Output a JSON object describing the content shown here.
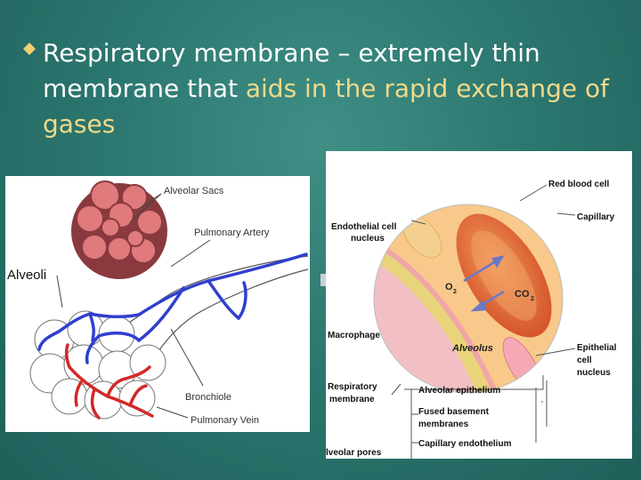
{
  "slide": {
    "bullet_term": "Respiratory membrane",
    "bullet_dash": " – extremely thin membrane that ",
    "bullet_highlight": "aids in the rapid exchange of gases"
  },
  "left_diagram": {
    "labels": {
      "alveolar_sacs": "Alveolar Sacs",
      "pulmonary_artery": "Pulmonary Artery",
      "alveoli": "Alveoli",
      "bronchiole": "Bronchiole",
      "pulmonary_vein": "Pulmonary Vein"
    }
  },
  "right_diagram": {
    "labels": {
      "red_blood_cell": "Red blood cell",
      "capillary": "Capillary",
      "endothelial_1": "Endothelial cell",
      "endothelial_2": "nucleus",
      "o2": "O",
      "co2": "CO",
      "sub2a": "2",
      "sub2b": "2",
      "macrophage": "Macrophage",
      "alveolus": "Alveolus",
      "epithelial_1": "Epithelial",
      "epithelial_2": "cell",
      "epithelial_3": "nucleus",
      "resp_1": "Respiratory",
      "resp_2": "membrane",
      "alv_epi": "Alveolar epithelium",
      "fused_1": "Fused basement",
      "fused_2": "membranes",
      "cap_endo": "Capillary endothelium",
      "pores": "lveolar pores"
    }
  }
}
